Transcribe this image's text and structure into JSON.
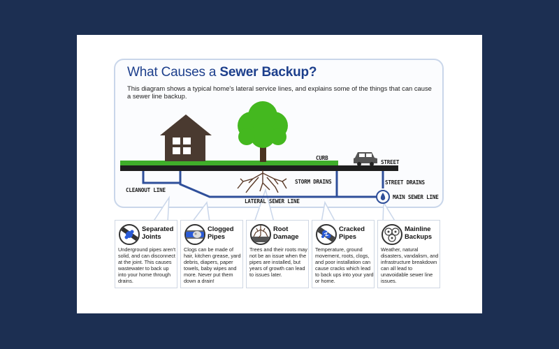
{
  "title_plain": "What Causes a",
  "title_bold": "Sewer Backup?",
  "subtitle": "This diagram shows a typical home's lateral service lines, and explains some of the things that can cause a sewer line backup.",
  "labels": {
    "curb": "CURB",
    "street": "STREET",
    "street_drains": "STREET DRAINS",
    "storm_drains": "STORM DRAINS",
    "cleanout_line": "CLEANOUT LINE",
    "lateral_sewer_line": "LATERAL SEWER LINE",
    "main_sewer_line": "MAIN SEWER LINE"
  },
  "causes": [
    {
      "icon": "separated-joints-icon",
      "title": "Separated Joints",
      "body": "Underground pipes aren't solid, and can disconnect at the joint. This causes wastewater to back up into your home through drains."
    },
    {
      "icon": "clogged-pipes-icon",
      "title": "Clogged Pipes",
      "body": "Clogs can be made of hair, kitchen grease, yard debris, diapers, paper towels, baby wipes and more. Never put them down a drain!"
    },
    {
      "icon": "root-damage-icon",
      "title": "Root Damage",
      "body": "Trees and their roots may not be an issue when the pipes are installed, but years of growth can lead to issues later."
    },
    {
      "icon": "cracked-pipes-icon",
      "title": "Cracked Pipes",
      "body": "Temperature, ground movement, roots, clogs, and poor installation can cause cracks which lead to back ups into your yard or home."
    },
    {
      "icon": "mainline-backups-icon",
      "title": "Mainline Backups",
      "body": "Weather, natural disasters, vandalism, and infrastructure breakdown can all lead to unavoidable sewer line issues."
    }
  ],
  "colors": {
    "background": "#1c2f52",
    "pipe": "#2f4f9a",
    "grass": "#3fae2a",
    "tree": "#44b81f",
    "house": "#4a3a30",
    "title": "#1d3f8c"
  }
}
